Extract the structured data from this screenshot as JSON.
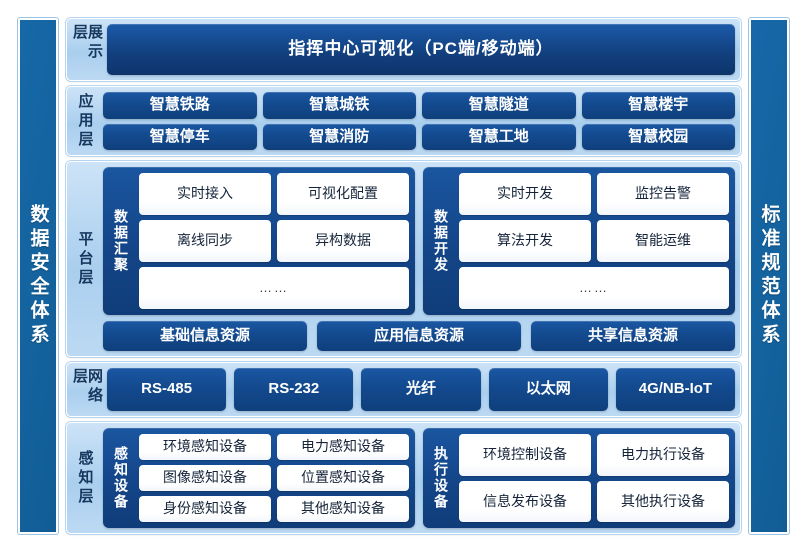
{
  "colors": {
    "pillar": "#14639F",
    "panel_light": "#a9cfee",
    "chip_dark": "#134a8e",
    "group_dark": "#14468a",
    "white_box": "#ffffff",
    "label_text": "#16375e"
  },
  "left_pillar": {
    "text": "数据安全体系"
  },
  "right_pillar": {
    "text": "标准规范体系"
  },
  "layers": {
    "presentation": {
      "label": "展示层",
      "banner": "指挥中心可视化（PC端/移动端）"
    },
    "application": {
      "label": "应用层",
      "rows": [
        [
          "智慧铁路",
          "智慧城铁",
          "智慧隧道",
          "智慧楼宇"
        ],
        [
          "智慧停车",
          "智慧消防",
          "智慧工地",
          "智慧校园"
        ]
      ]
    },
    "platform": {
      "label": "平台层",
      "groups": [
        {
          "label": "数据汇聚",
          "rows": [
            [
              "实时接入",
              "可视化配置"
            ],
            [
              "离线同步",
              "异构数据"
            ],
            [
              "……"
            ]
          ]
        },
        {
          "label": "数据开发",
          "rows": [
            [
              "实时开发",
              "监控告警"
            ],
            [
              "算法开发",
              "智能运维"
            ],
            [
              "……"
            ]
          ]
        }
      ],
      "resources": [
        "基础信息资源",
        "应用信息资源",
        "共享信息资源"
      ]
    },
    "network": {
      "label": "网络层",
      "items": [
        "RS-485",
        "RS-232",
        "光纤",
        "以太网",
        "4G/NB-IoT"
      ]
    },
    "perception": {
      "label": "感知层",
      "groups": [
        {
          "label": "感知设备",
          "rows": [
            [
              "环境感知设备",
              "电力感知设备"
            ],
            [
              "图像感知设备",
              "位置感知设备"
            ],
            [
              "身份感知设备",
              "其他感知设备"
            ]
          ]
        },
        {
          "label": "执行设备",
          "rows": [
            [
              "环境控制设备",
              "电力执行设备"
            ],
            [
              "信息发布设备",
              "其他执行设备"
            ]
          ]
        }
      ]
    }
  }
}
